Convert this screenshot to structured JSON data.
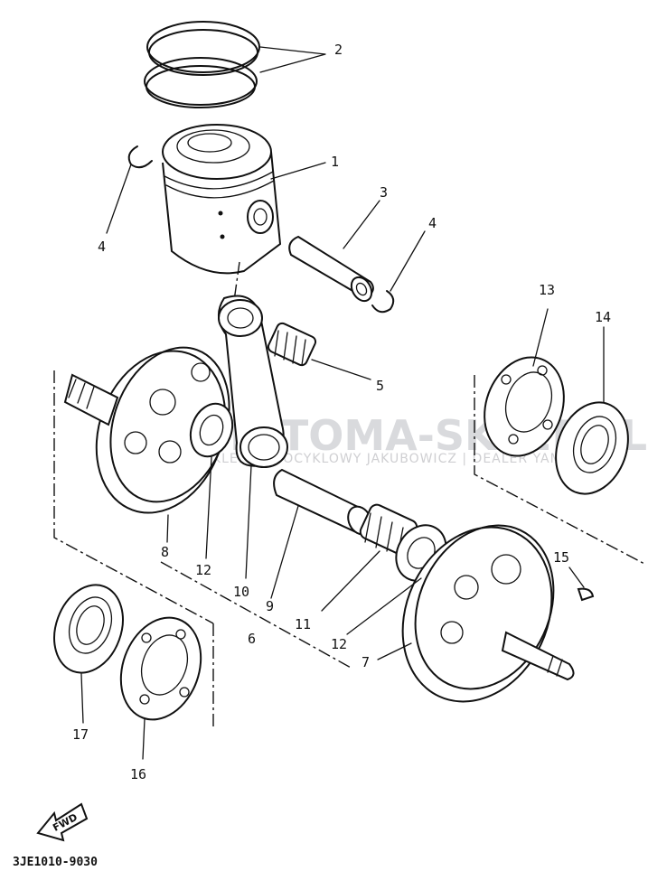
{
  "diagram": {
    "part_labels": {
      "p1": "1",
      "p2": "2",
      "p3": "3",
      "p4a": "4",
      "p4b": "4",
      "p5": "5",
      "p6": "6",
      "p7": "7",
      "p8": "8",
      "p9": "9",
      "p10": "10",
      "p11": "11",
      "p12a": "12",
      "p12b": "12",
      "p13": "13",
      "p14": "14",
      "p15": "15",
      "p16": "16",
      "p17": "17"
    },
    "watermark": {
      "main": "MOTOMA-SKLEP.PL",
      "sub": "SKLEP MOTOCYKLOWY JAKUBOWICZ | DEALER YAMAHA"
    },
    "fwd_label": "FWD",
    "drawing_code": "3JE1010-9030"
  }
}
